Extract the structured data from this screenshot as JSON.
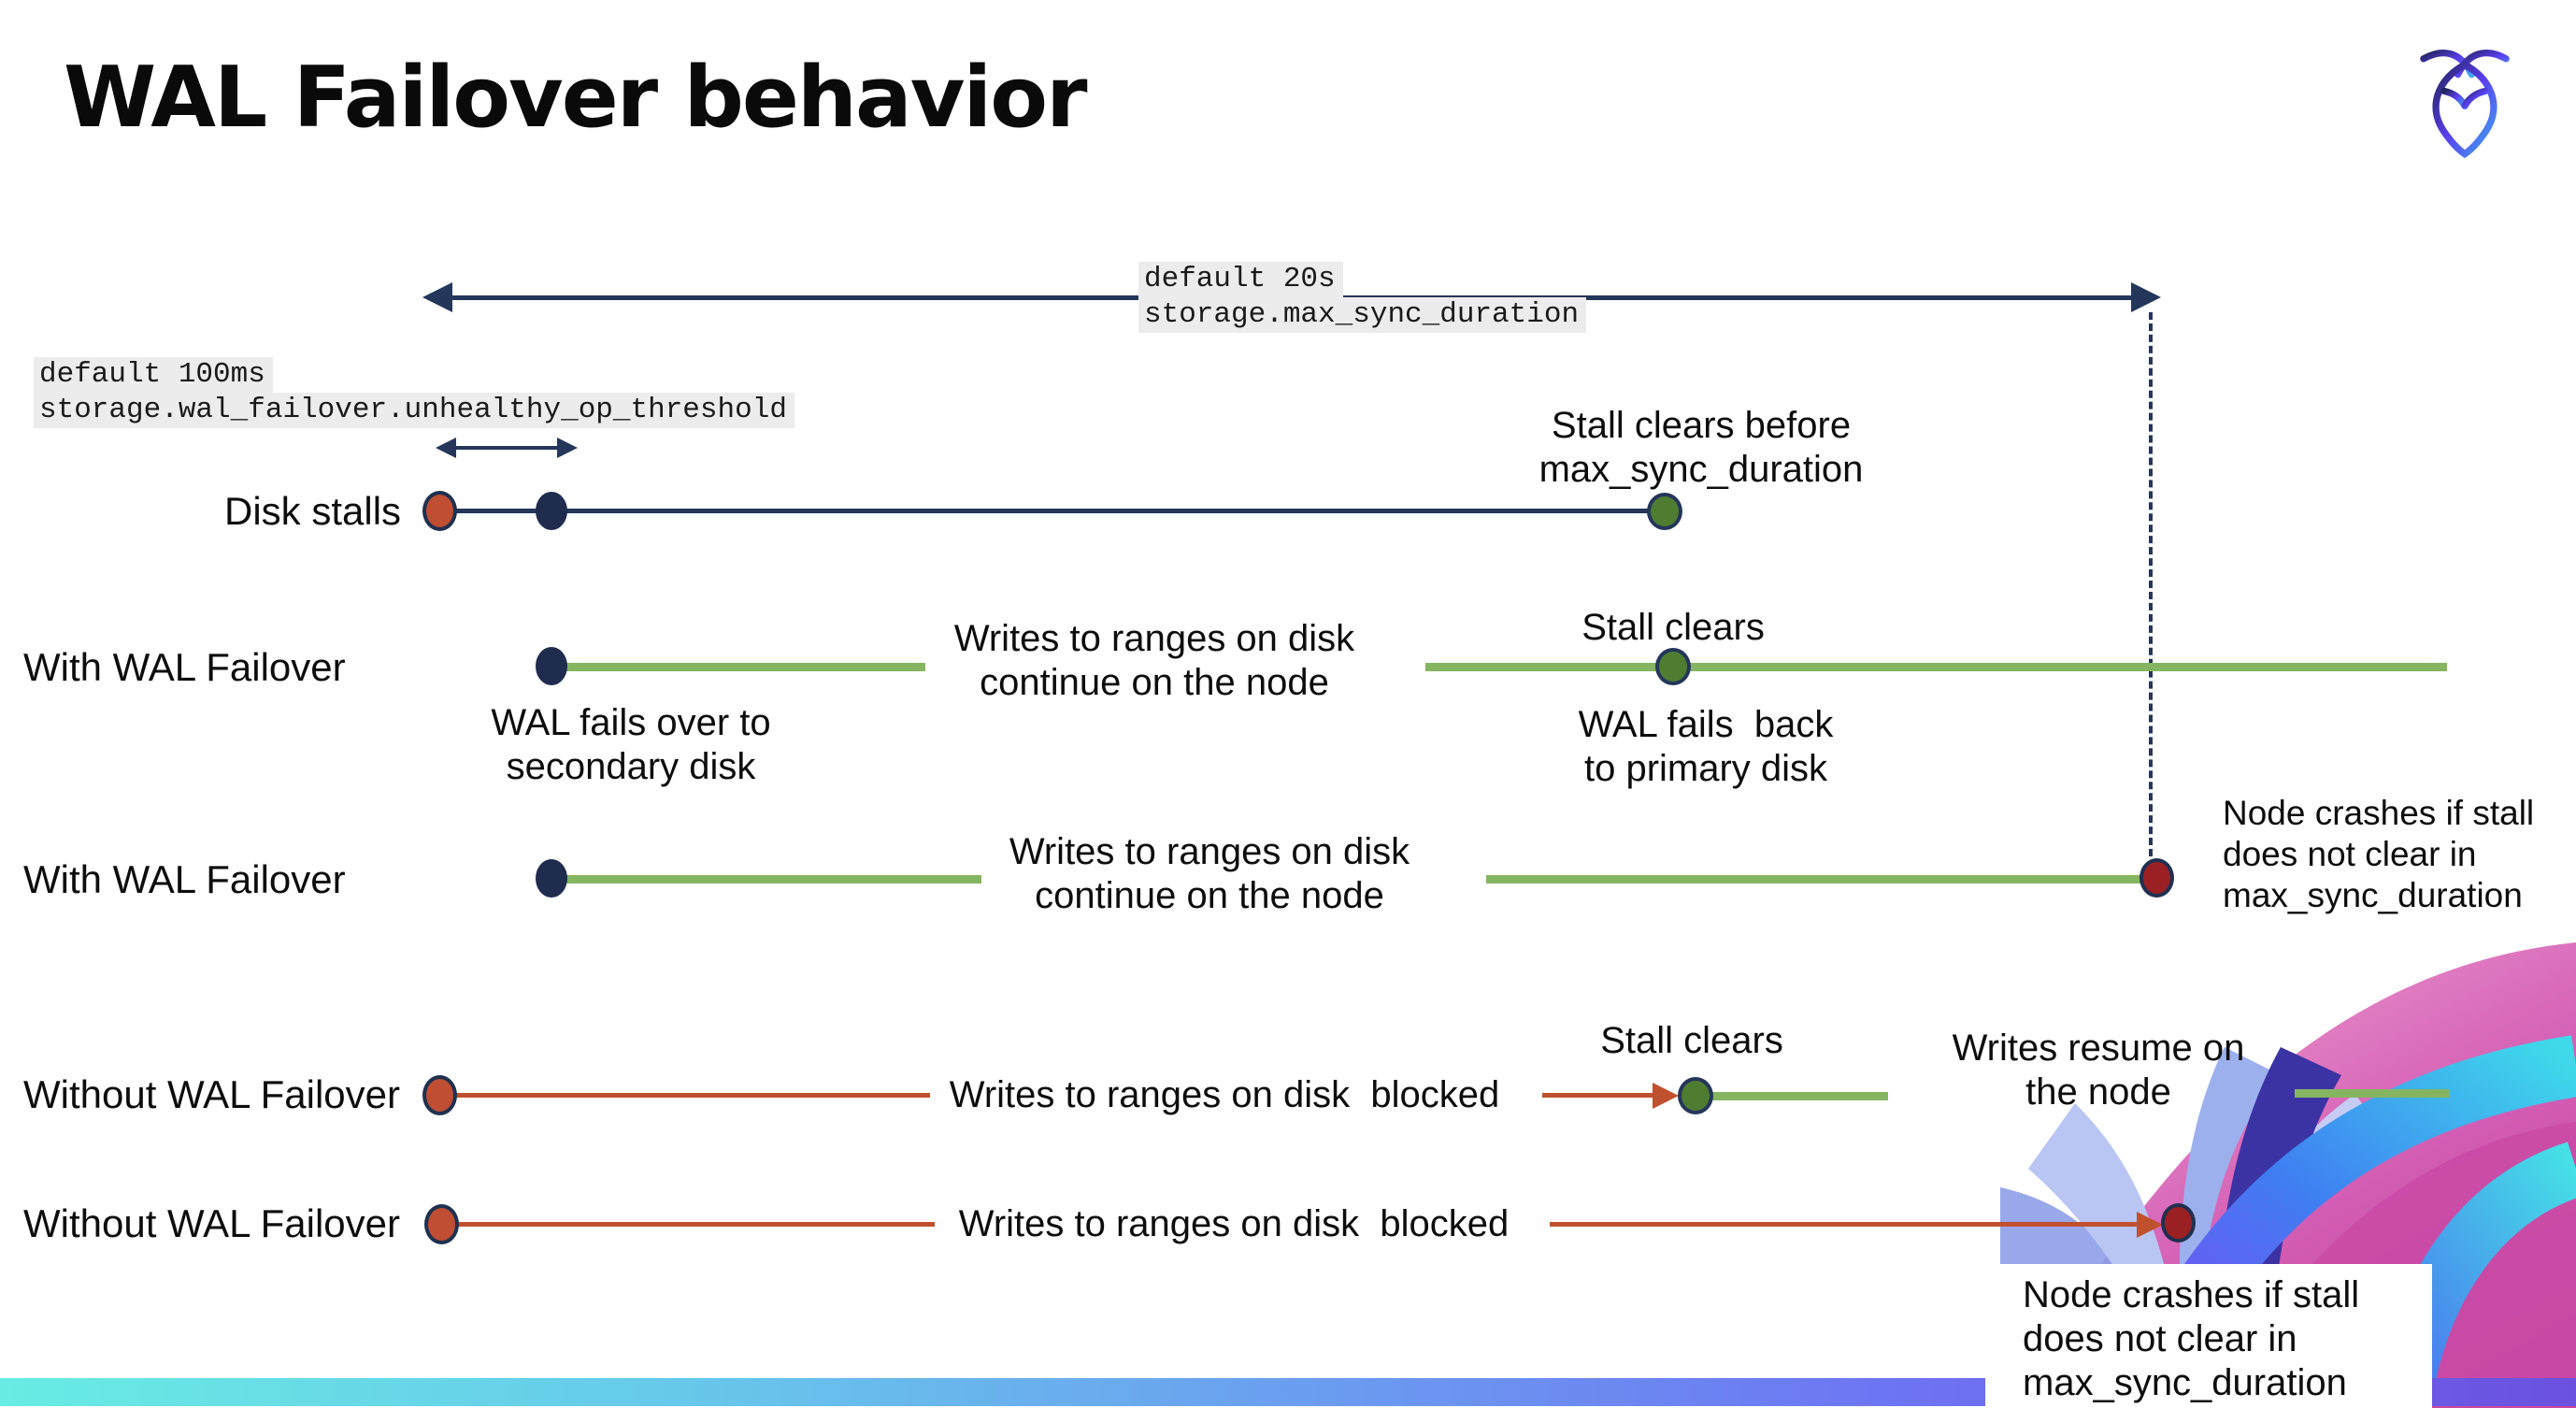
{
  "title": "WAL Failover behavior",
  "settings": {
    "max_sync_duration": {
      "default_label": "default 20s",
      "setting_name": "storage.max_sync_duration"
    },
    "unhealthy_op_threshold": {
      "default_label": "default 100ms",
      "setting_name": "storage.wal_failover.unhealthy_op_threshold"
    }
  },
  "rows": {
    "disk_stalls": {
      "label": "Disk stalls"
    },
    "with_wal_failover_1": {
      "label": "With WAL Failover"
    },
    "with_wal_failover_2": {
      "label": "With WAL Failover"
    },
    "without_wal_failover_1": {
      "label": "Without WAL Failover"
    },
    "without_wal_failover_2": {
      "label": "Without WAL Failover"
    }
  },
  "annotations": {
    "stall_clears_before": "Stall clears before\nmax_sync_duration",
    "writes_continue_1": "Writes to ranges on disk\ncontinue on the node",
    "wal_fails_over": "WAL fails over to\nsecondary disk",
    "stall_clears_1": "Stall clears",
    "wal_fails_back": "WAL fails  back\nto primary disk",
    "writes_continue_2": "Writes to ranges on disk\ncontinue on the node",
    "node_crashes_1": "Node crashes if stall\ndoes not clear in\nmax_sync_duration",
    "writes_blocked_1": "Writes to ranges on disk  blocked",
    "stall_clears_2": "Stall clears",
    "writes_resume": "Writes resume on\nthe node",
    "writes_blocked_2": "Writes to ranges on disk  blocked",
    "node_crashes_2": "Node crashes if stall\ndoes not clear in\nmax_sync_duration"
  },
  "colors": {
    "navy": "#24365a",
    "navy_dot": "#1f2c4e",
    "stall_red": "#bf4e33",
    "red_line": "#c0512e",
    "crash_red": "#9b2023",
    "green_line": "#85b561",
    "green_dot": "#4e7d31",
    "config_label_bg": "#ececec",
    "bar_gradient": [
      "#68ece3",
      "#6b9bf0",
      "#6b51e0"
    ]
  }
}
